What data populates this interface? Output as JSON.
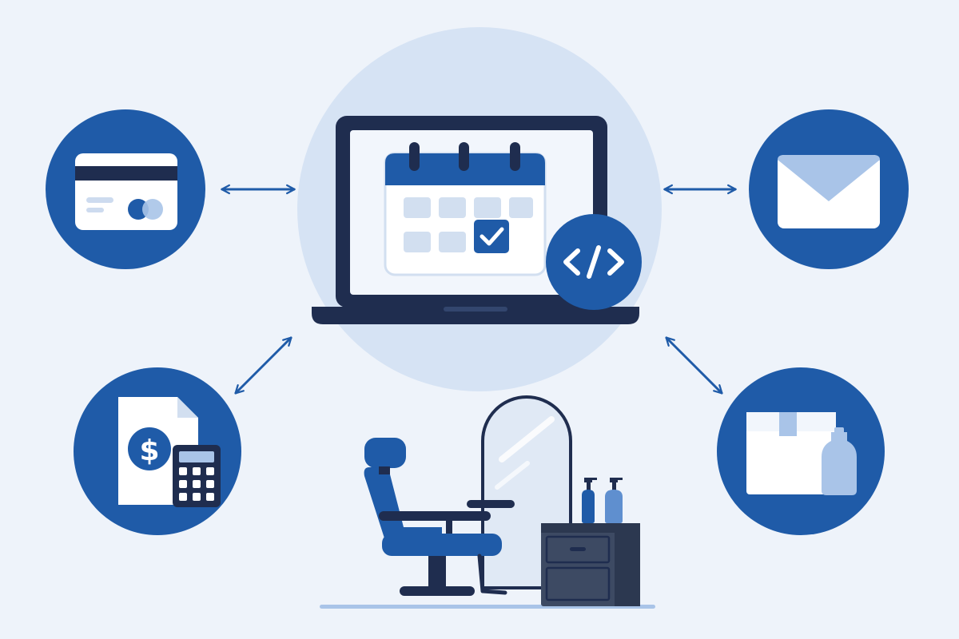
{
  "colors": {
    "background": "#eef3fa",
    "primary_blue": "#1f5ba8",
    "navy": "#1f2d4f",
    "light_blue": "#a9c4e8",
    "halo": "#d6e3f4",
    "white": "#ffffff",
    "panel": "#f2f6fc"
  },
  "hub": {
    "device": "laptop-icon",
    "screen": "calendar-icon",
    "badge": "code-icon",
    "check": "checkmark-icon"
  },
  "nodes": [
    {
      "id": "payments",
      "icon": "credit-card-icon"
    },
    {
      "id": "email",
      "icon": "envelope-icon"
    },
    {
      "id": "accounting",
      "icon": "invoice-calculator-icon"
    },
    {
      "id": "inventory",
      "icon": "package-bottle-icon"
    }
  ],
  "connectors": [
    {
      "from": "payments",
      "to": "hub",
      "style": "double-arrow"
    },
    {
      "from": "hub",
      "to": "email",
      "style": "double-arrow"
    },
    {
      "from": "accounting",
      "to": "hub",
      "style": "double-arrow"
    },
    {
      "from": "hub",
      "to": "inventory",
      "style": "double-arrow"
    }
  ],
  "scene": {
    "chair": "salon-chair-icon",
    "mirror": "mirror-icon",
    "cabinet": "cabinet-icon",
    "bottles": "product-bottles-icon"
  },
  "dollar_symbol": "$"
}
